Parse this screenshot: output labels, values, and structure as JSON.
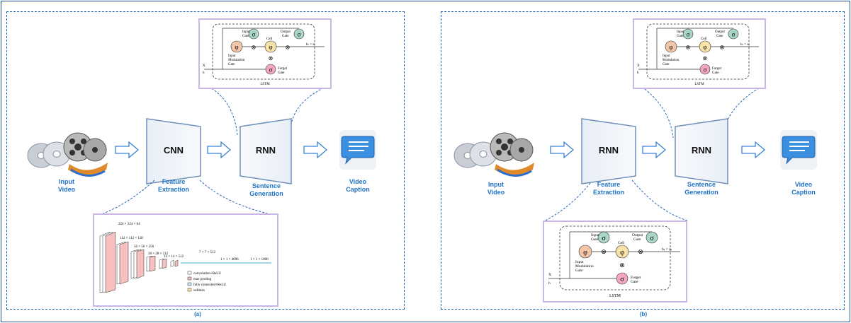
{
  "panel_a": {
    "caption": "(a)",
    "stage1_label": "CNN",
    "stage2_label": "RNN",
    "input_label_1": "Input",
    "input_label_2": "Video",
    "feature_label_1": "Feature",
    "feature_label_2": "Extraction",
    "sentence_label_1": "Sentence",
    "sentence_label_2": "Generation",
    "output_label_1": "Video",
    "output_label_2": "Caption"
  },
  "panel_b": {
    "caption": "(b)",
    "stage1_label": "RNN",
    "stage2_label": "RNN",
    "input_label_1": "Input",
    "input_label_2": "Video",
    "feature_label_1": "Feature",
    "feature_label_2": "Extraction",
    "sentence_label_1": "Sentence",
    "sentence_label_2": "Generation",
    "output_label_1": "Video",
    "output_label_2": "Caption"
  },
  "lstm": {
    "title": "LSTM",
    "input_gate": "Input Gate",
    "output_gate": "Output Gate",
    "cell": "Cell",
    "input_modulation": "Input Modulation Gate",
    "forget_gate": "Forget Gate",
    "x_t": "X",
    "x_sub": "t",
    "h_prev": "h",
    "h_sub": "t-1",
    "output": "h",
    "output_tail": "= z",
    "sigma": "σ",
    "phi": "φ",
    "times": "⊗"
  },
  "vgg": {
    "dim1": "224 × 224 × 64",
    "dim2": "112 × 112 × 128",
    "dim3": "56 × 56 × 256",
    "dim4": "28 × 28 × 512",
    "dim5": "14 × 14 × 512",
    "dim6": "7 × 7 × 512",
    "dim7": "1 × 1 × 4096",
    "dim8": "1 × 1 × 1000",
    "legend": [
      "convolution+ReLU",
      "max pooling",
      "fully connected+ReLU",
      "softmax"
    ]
  }
}
